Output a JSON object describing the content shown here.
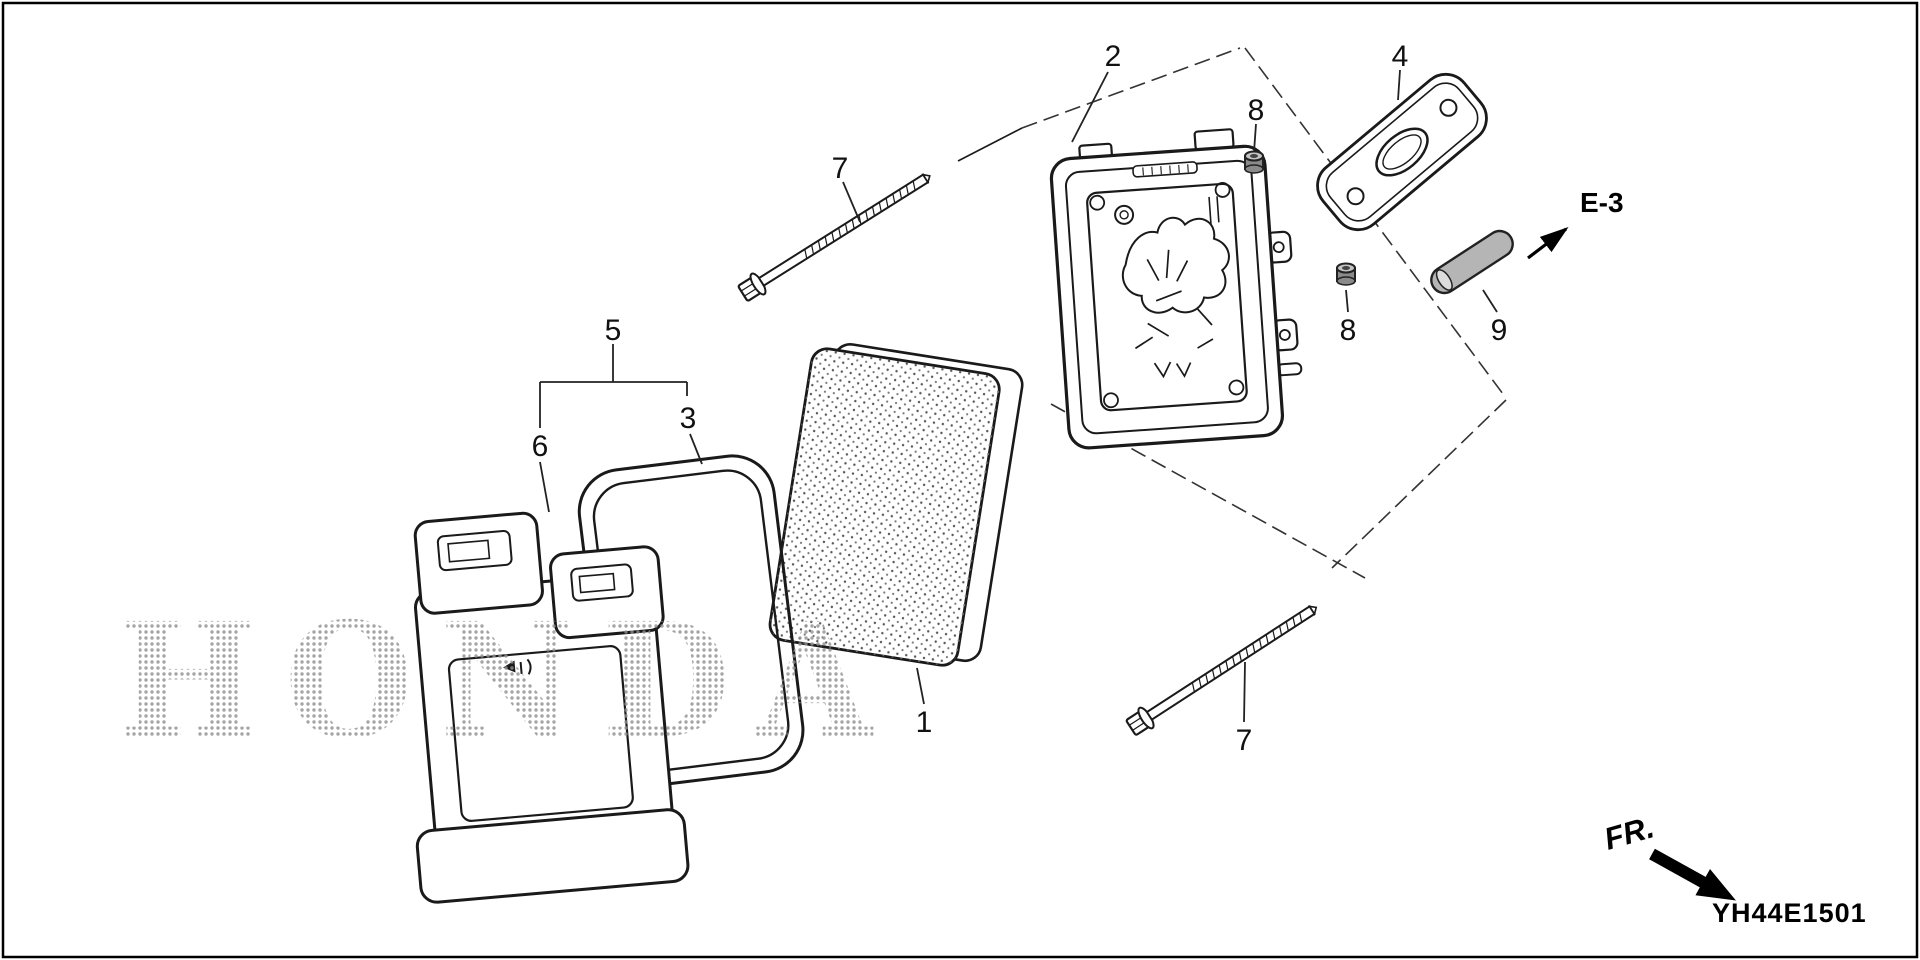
{
  "page": {
    "watermark": "HONDA",
    "diagram_code": "YH44E1501",
    "front_label": "FR.",
    "section_ref": "E-3",
    "colors": {
      "background": "#ffffff",
      "line": "#1a1a1a",
      "leader": "#222222",
      "metal_gray": "#b5b5b5",
      "nut_gray": "#8a8a8a",
      "watermark_dot": "#8f8f8f"
    }
  },
  "callouts": {
    "c1": "1",
    "c2": "2",
    "c3": "3",
    "c4": "4",
    "c5": "5",
    "c6": "6",
    "c7a": "7",
    "c7b": "7",
    "c8a": "8",
    "c8b": "8",
    "c9": "9"
  }
}
